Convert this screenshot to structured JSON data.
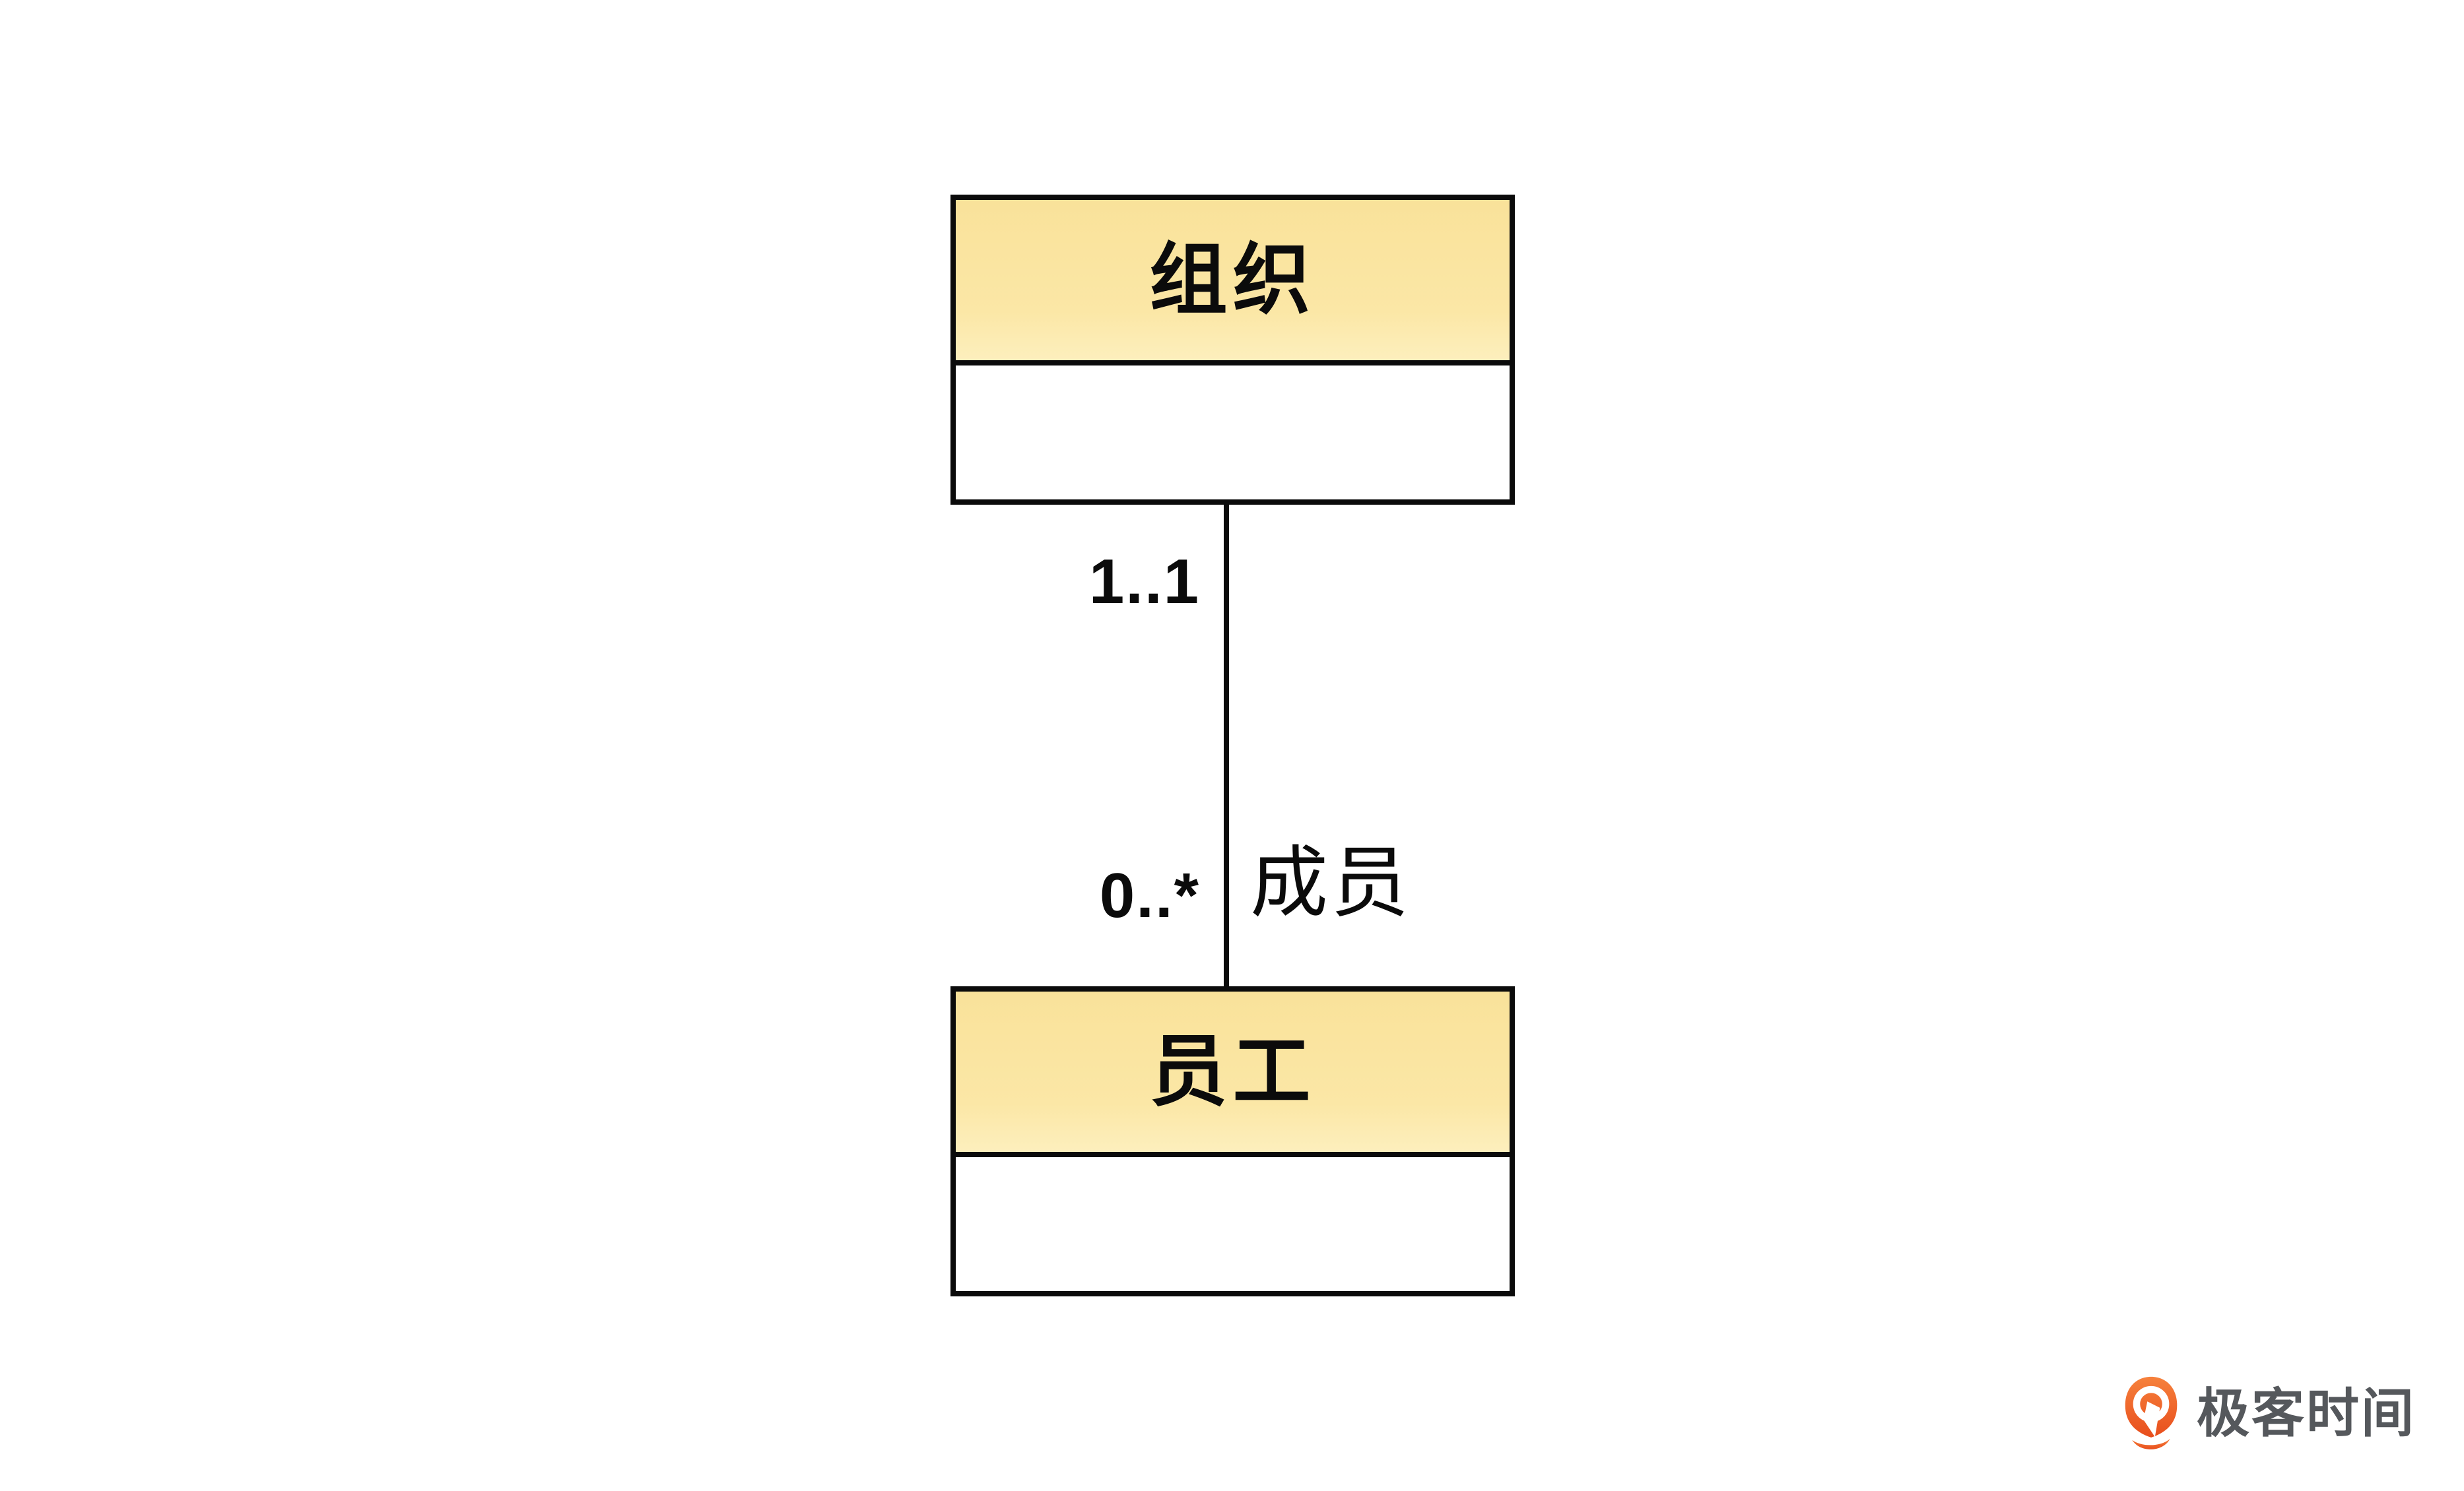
{
  "diagram": {
    "type": "uml-class-diagram",
    "classes": [
      {
        "id": "organization",
        "title": "组织",
        "attributes": [],
        "methods": []
      },
      {
        "id": "employee",
        "title": "员工",
        "attributes": [],
        "methods": []
      }
    ],
    "association": {
      "from": "organization",
      "to": "employee",
      "source_multiplicity": "1..1",
      "target_multiplicity": "0..*",
      "role_label": "成员"
    }
  },
  "branding": {
    "logo_text": "极客时间"
  },
  "colors": {
    "class_header_fill": "#FBE7A6",
    "stroke": "#0B0B0B",
    "background": "#FFFFFF",
    "logo_text_color": "#55585C",
    "logo_orange_light": "#F6813C",
    "logo_orange_dark": "#E84E1D"
  }
}
